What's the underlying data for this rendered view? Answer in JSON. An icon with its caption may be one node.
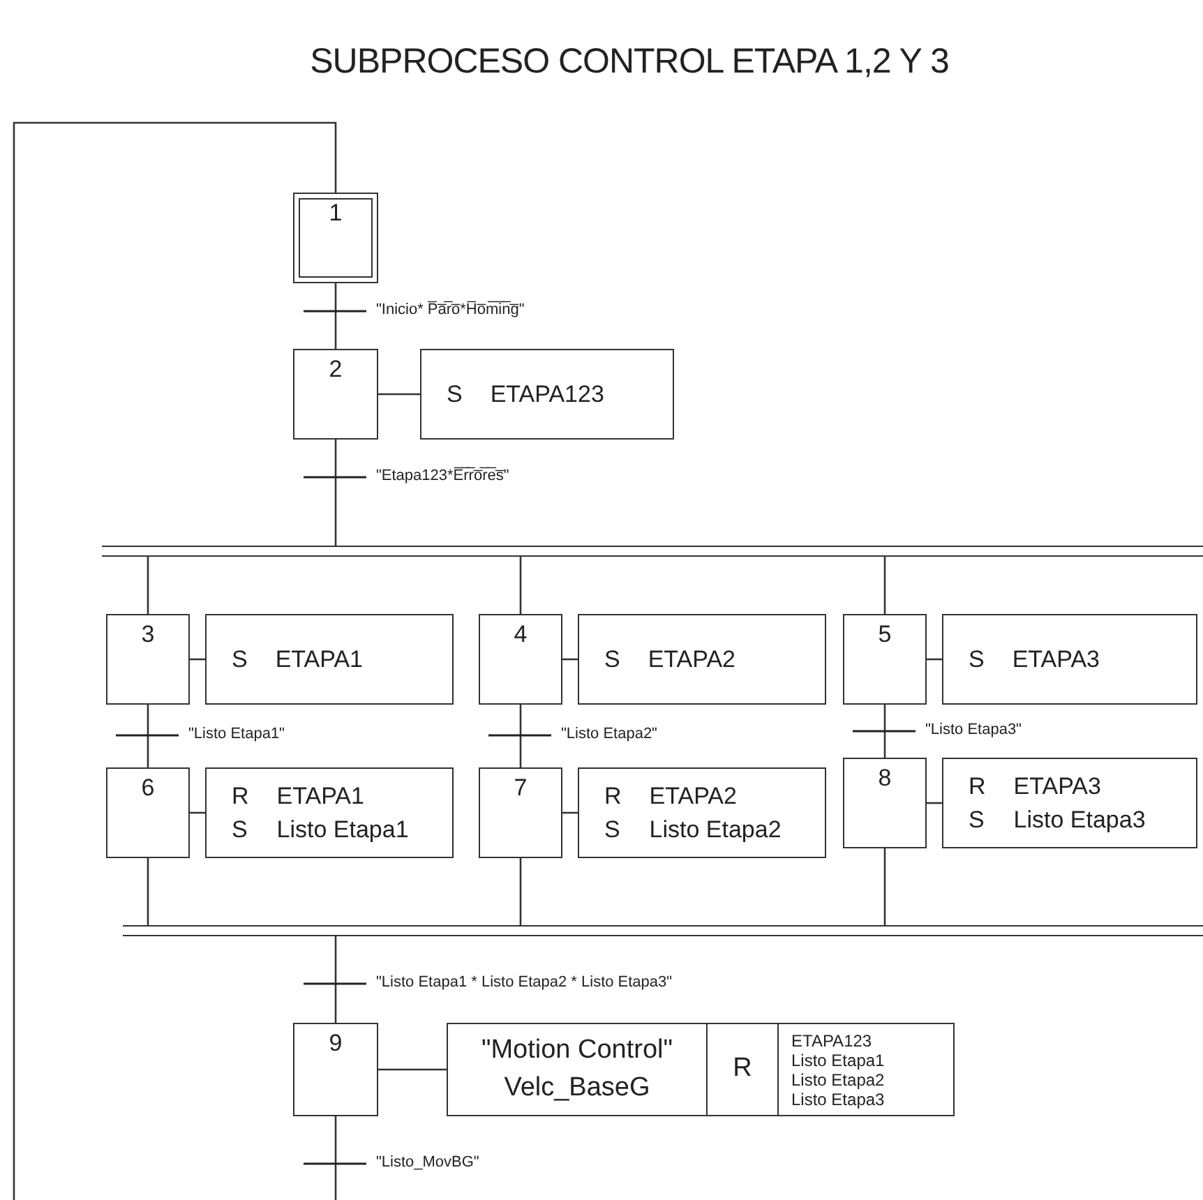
{
  "diagram": {
    "title": "SUBPROCESO CONTROL ETAPA 1,2 Y 3",
    "nodes": [
      {
        "text": [
          "1"
        ]
      },
      {
        "text": [
          "2"
        ]
      },
      {
        "text": [
          "S",
          "ETAPA123"
        ]
      },
      {
        "text": [],
        "shape": "bar"
      },
      {
        "text": [
          "3"
        ]
      },
      {
        "text": [
          "S",
          "ETAPA1"
        ]
      },
      {
        "text": [
          "4"
        ]
      },
      {
        "text": [
          "S",
          "ETAPA2"
        ]
      },
      {
        "text": [
          "5"
        ]
      },
      {
        "text": [
          "S",
          "ETAPA3"
        ]
      },
      {
        "text": [
          "6"
        ]
      },
      {
        "text": [
          "R",
          "ETAPA1",
          "S",
          "Listo Etapa1"
        ]
      },
      {
        "text": [
          "7"
        ]
      },
      {
        "text": [
          "R",
          "ETAPA2",
          "S",
          "Listo Etapa2"
        ]
      },
      {
        "text": [
          "8"
        ]
      },
      {
        "text": [
          "R",
          "ETAPA3",
          "S",
          "Listo Etapa3"
        ]
      },
      {
        "text": [],
        "shape": "bar"
      },
      {
        "text": [
          "9"
        ]
      },
      {
        "text": [
          "\"Motion Control\" Velc_BaseG",
          "R",
          "ETAPA123 Listo Etapa1 Listo Etapa2 Listo Etapa3"
        ]
      }
    ],
    "edges": [
      {
        "from": 0,
        "to": 1,
        "arrow": "none",
        "label": "\"Inicio* P̅a̅r̅o̅*H̅o̅m̅i̅n̅g̅\""
      },
      {
        "from": 1,
        "to": 2,
        "arrow": "none"
      },
      {
        "from": 1,
        "to": 3,
        "arrow": "none",
        "label": "\"Etapa123*E̅r̅r̅o̅r̅e̅s̅\""
      },
      {
        "from": 3,
        "to": 4,
        "arrow": "none"
      },
      {
        "from": 3,
        "to": 6,
        "arrow": "none"
      },
      {
        "from": 3,
        "to": 8,
        "arrow": "none"
      },
      {
        "from": 4,
        "to": 5,
        "arrow": "none"
      },
      {
        "from": 6,
        "to": 7,
        "arrow": "none"
      },
      {
        "from": 8,
        "to": 9,
        "arrow": "none"
      },
      {
        "from": 4,
        "to": 10,
        "arrow": "none",
        "label": "\"Listo Etapa1\""
      },
      {
        "from": 6,
        "to": 12,
        "arrow": "none",
        "label": "\"Listo Etapa2\""
      },
      {
        "from": 8,
        "to": 14,
        "arrow": "none",
        "label": "\"Listo Etapa3\""
      },
      {
        "from": 10,
        "to": 11,
        "arrow": "none"
      },
      {
        "from": 12,
        "to": 13,
        "arrow": "none"
      },
      {
        "from": 14,
        "to": 15,
        "arrow": "none"
      },
      {
        "from": 10,
        "to": 16,
        "arrow": "none"
      },
      {
        "from": 12,
        "to": 16,
        "arrow": "none"
      },
      {
        "from": 14,
        "to": 16,
        "arrow": "none"
      },
      {
        "from": 16,
        "to": 17,
        "arrow": "none",
        "label": "\"Listo Etapa1 * Listo Etapa2 * Listo Etapa3\""
      },
      {
        "from": 17,
        "to": 18,
        "arrow": "none"
      },
      {
        "from": 17,
        "to": null,
        "arrow": "none",
        "label": "\"Listo_MovBG\""
      },
      {
        "from": null,
        "to": 0,
        "arrow": "none"
      }
    ]
  }
}
